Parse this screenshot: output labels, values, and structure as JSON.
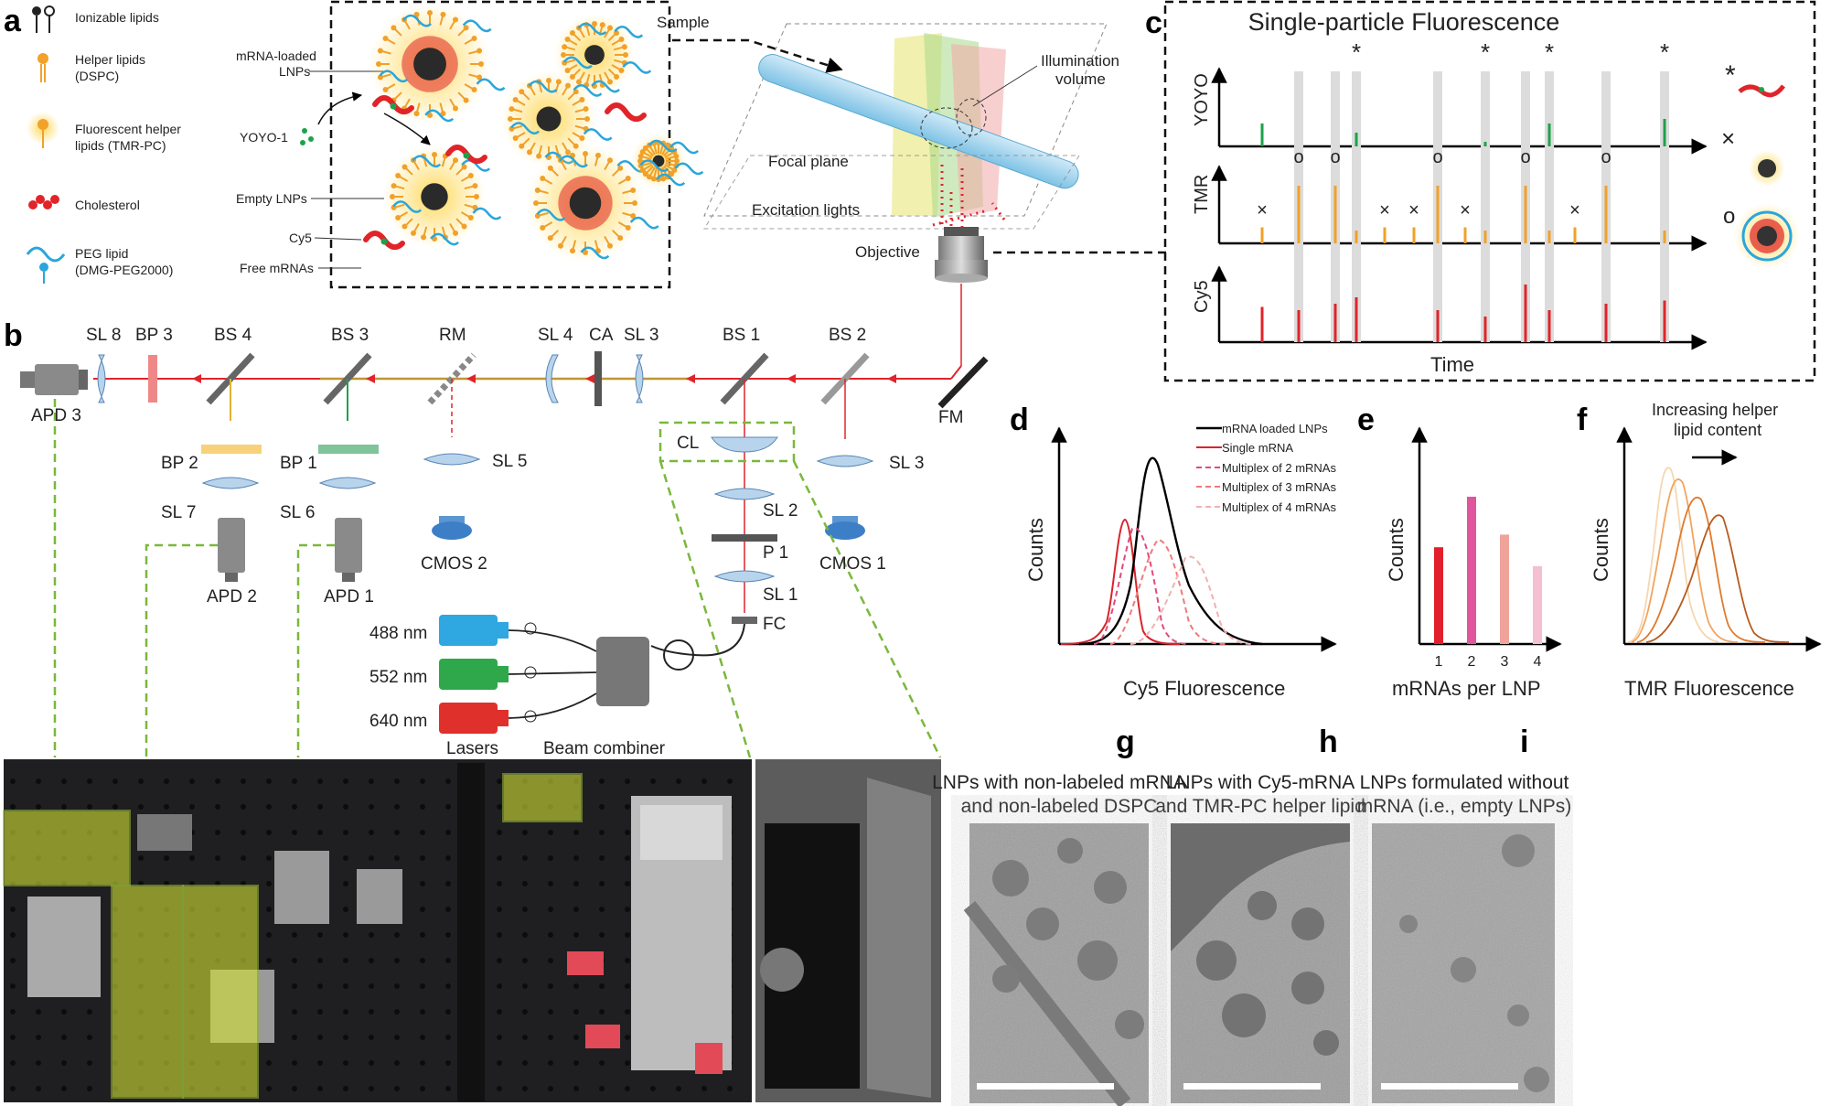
{
  "panels": {
    "a": "a",
    "b": "b",
    "c": "c",
    "d": "d",
    "e": "e",
    "f": "f",
    "g": "g",
    "h": "h",
    "i": "i"
  },
  "legend_a": [
    {
      "label": "Ionizable lipids",
      "icon": "ionizable-lipid-icon"
    },
    {
      "label": "Helper lipids",
      "label2": "(DSPC)",
      "icon": "helper-lipid-icon"
    },
    {
      "label": "Fluorescent helper",
      "label2": "lipids (TMR-PC)",
      "icon": "fluorescent-lipid-icon"
    },
    {
      "label": "Cholesterol",
      "icon": "cholesterol-icon"
    },
    {
      "label": "PEG lipid",
      "label2": "(DMG-PEG2000)",
      "icon": "peg-lipid-icon"
    }
  ],
  "sample_labels": {
    "mrna_lnps": "mRNA-loaded",
    "mrna_lnps2": "LNPs",
    "yoyo": "YOYO-1",
    "empty": "Empty LNPs",
    "cy5": "Cy5",
    "free": "Free mRNAs",
    "sample": "Sample",
    "illum": "Illumination",
    "illum2": "volume",
    "focal": "Focal plane",
    "excite": "Excitation lights",
    "objective": "Objective"
  },
  "panel_c": {
    "title": "Single-particle Fluorescence",
    "ch_yoyo": "YOYO",
    "ch_tmr": "TMR",
    "ch_cy5": "Cy5",
    "xlabel": "Time",
    "star": "*",
    "cross": "×",
    "circle": "o"
  },
  "optics": {
    "SL8": "SL 8",
    "BP3": "BP 3",
    "BS4": "BS 4",
    "BS3": "BS 3",
    "RM": "RM",
    "SL4": "SL 4",
    "CA": "CA",
    "SL3a": "SL 3",
    "BS1": "BS 1",
    "BS2": "BS 2",
    "APD3": "APD 3",
    "FM": "FM",
    "BP2": "BP 2",
    "BP1": "BP 1",
    "SL5": "SL 5",
    "CL": "CL",
    "SL3b": "SL 3",
    "SL7": "SL 7",
    "SL6": "SL 6",
    "SL2": "SL 2",
    "P1": "P 1",
    "SL1": "SL 1",
    "FC": "FC",
    "APD2": "APD 2",
    "APD1": "APD 1",
    "CMOS2": "CMOS 2",
    "CMOS1": "CMOS 1",
    "l488": "488 nm",
    "l552": "552 nm",
    "l640": "640 nm",
    "lasers": "Lasers",
    "combiner": "Beam combiner"
  },
  "chart_d": {
    "ylabel": "Counts",
    "xlabel": "Cy5 Fluorescence",
    "legend": [
      "mRNA loaded LNPs",
      "Single mRNA",
      "Multiplex of 2 mRNAs",
      "Multiplex of 3 mRNAs",
      "Multiplex of 4 mRNAs"
    ]
  },
  "chart_data": [
    {
      "type": "bar",
      "title": "",
      "xlabel": "mRNAs per LNP",
      "ylabel": "Counts",
      "categories": [
        "1",
        "2",
        "3",
        "4"
      ],
      "values": [
        0.46,
        0.7,
        0.52,
        0.37
      ],
      "colors": [
        "#e2202c",
        "#e0569c",
        "#f0a39a",
        "#f4bfd0"
      ]
    },
    {
      "type": "line",
      "title": "",
      "xlabel": "TMR Fluorescence",
      "ylabel": "Counts",
      "annotation": "Increasing helper",
      "annotation2": "lipid content"
    }
  ],
  "micrographs": {
    "g1": "LNPs with non-labeled mRNA",
    "g2": "and non-labeled DSPC",
    "h1": "LNPs with Cy5-mRNA",
    "h2": "and TMR-PC helper lipid",
    "i1": "LNPs formulated without",
    "i2": "mRNA (i.e., empty LNPs)"
  }
}
